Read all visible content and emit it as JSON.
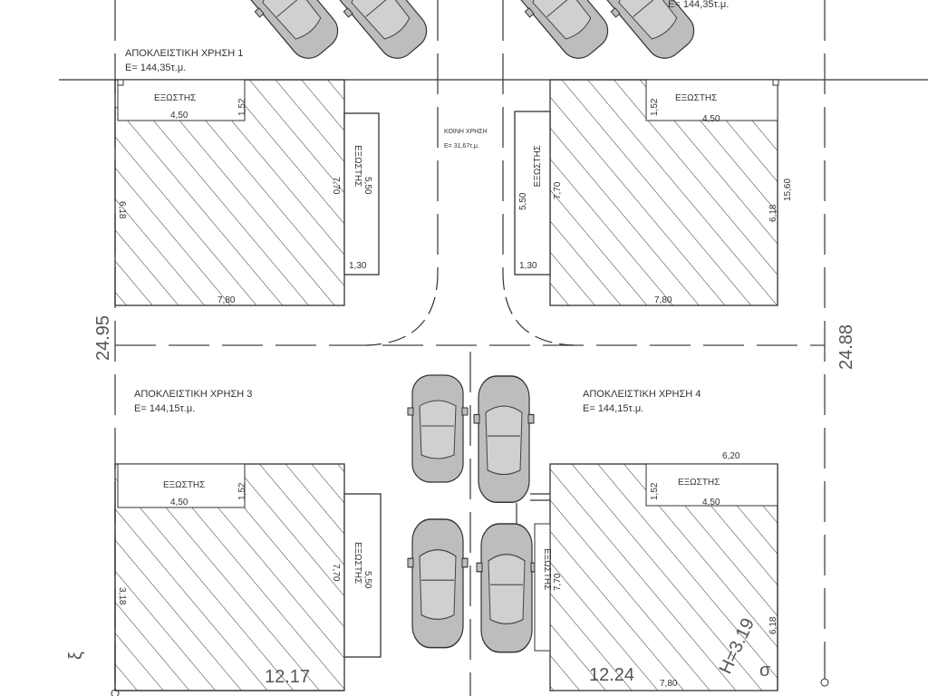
{
  "plan": {
    "unit1": {
      "title": "ΑΠΟΚΛΕΙΣΤΙΚΗ ΧΡΗΣΗ 1",
      "area": "Ε= 144,35τ.μ.",
      "balcony": "ΕΞΩΣΤΗΣ",
      "balcony_w": "4,50",
      "balcony_d": "1,52",
      "side_balcony": "ΕΞΩΣΤΗΣ",
      "side_len": "5,50",
      "side_w": "1,30",
      "depth": "7,70",
      "left": "6,18",
      "width": "7,80"
    },
    "unit2": {
      "area": "Ε= 144,35τ.μ.",
      "balcony": "ΕΞΩΣΤΗΣ",
      "balcony_w": "4,50",
      "balcony_d": "1,52",
      "side_balcony": "ΕΞΩΣΤΗΣ",
      "side_len": "5,50",
      "side_w": "1,30",
      "depth": "7,70",
      "right": "6,18",
      "outer": "15,60",
      "width": "7,80"
    },
    "common": {
      "title": "ΚΟΙΝΗ ΧΡΗΣΗ",
      "area": "Ε= 31,67τ.μ."
    },
    "unit3": {
      "title": "ΑΠΟΚΛΕΙΣΤΙΚΗ ΧΡΗΣΗ 3",
      "area": "Ε= 144,15τ.μ.",
      "balcony": "ΕΞΩΣΤΗΣ",
      "balcony_w": "4,50",
      "balcony_d": "1,52",
      "side_balcony": "ΕΞΩΣΤΗΣ",
      "side_len": "5,50",
      "depth": "7,70",
      "left": "3,18",
      "frontage": "12.17"
    },
    "unit4": {
      "title": "ΑΠΟΚΛΕΙΣΤΙΚΗ ΧΡΗΣΗ 4",
      "area": "Ε= 144,15τ.μ.",
      "balcony": "ΕΞΩΣΤΗΣ",
      "balcony_w": "4,50",
      "balcony_d": "1,52",
      "top": "6,20",
      "side_balcony": "ΕΞΩΣΤΗΣ",
      "depth": "7,70",
      "right": "6,18",
      "width": "7,80",
      "frontage": "12.24",
      "height": "H=3.19"
    },
    "left_length": "24.95",
    "right_length": "24.88",
    "corner_left": "ξ",
    "corner_right": "σ"
  }
}
